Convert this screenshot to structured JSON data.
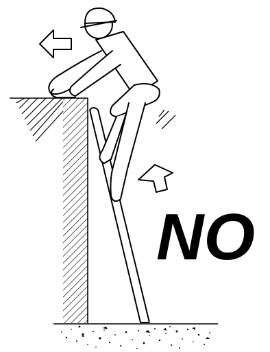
{
  "illustration": {
    "warning_text": "NO",
    "icons": [
      "exit-arrow-left",
      "push-arrow-up"
    ],
    "colors": {
      "ink": "#000000",
      "paper": "#ffffff"
    }
  }
}
